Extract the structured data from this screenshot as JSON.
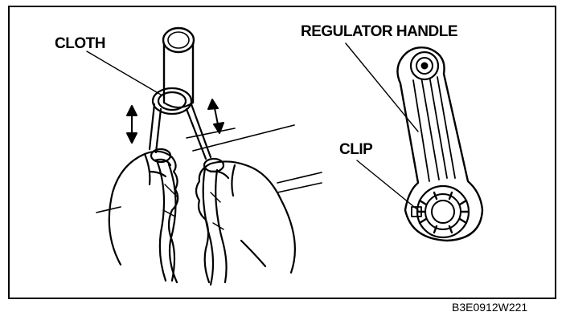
{
  "labels": {
    "cloth": "CLOTH",
    "regulator_handle": "REGULATOR HANDLE",
    "clip": "CLIP",
    "figure_code": "B3E0912W221"
  },
  "colors": {
    "ink": "#000000",
    "paper": "#ffffff"
  }
}
